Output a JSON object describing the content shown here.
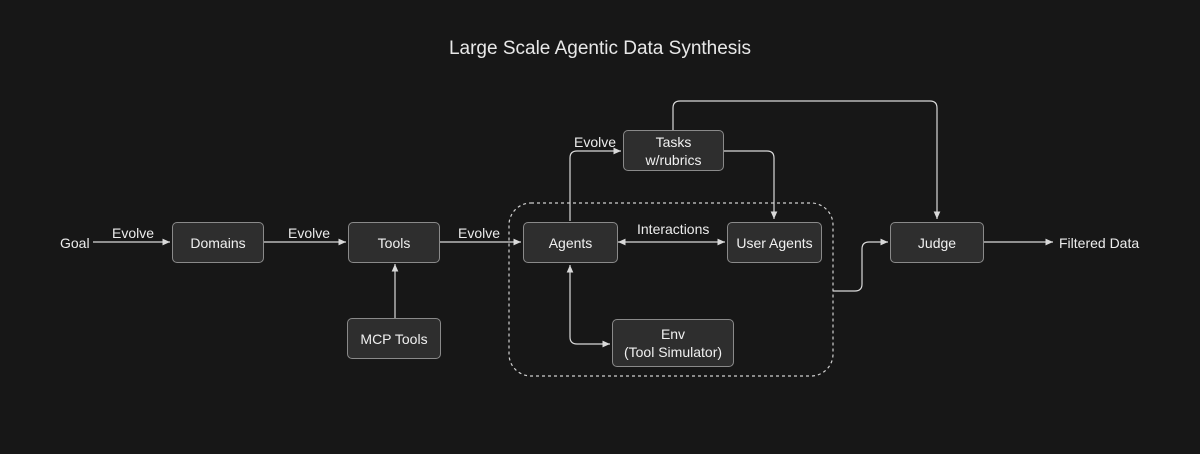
{
  "title": "Large Scale Agentic Data Synthesis",
  "nodes": {
    "domains": "Domains",
    "tools": "Tools",
    "mcp_tools": "MCP Tools",
    "agents": "Agents",
    "user_agents": "User Agents",
    "tasks_line1": "Tasks",
    "tasks_line2": "w/rubrics",
    "env_line1": "Env",
    "env_line2": "(Tool Simulator)",
    "judge": "Judge"
  },
  "labels": {
    "goal": "Goal",
    "evolve_domains": "Evolve",
    "evolve_tools": "Evolve",
    "evolve_agents": "Evolve",
    "evolve_tasks": "Evolve",
    "interactions": "Interactions",
    "filtered_data": "Filtered Data"
  },
  "colors": {
    "background": "#171717",
    "node_fill": "#2e2e2e",
    "node_border": "#8a8a8a",
    "edge": "#d9d9d9",
    "text": "#f0f0f0"
  }
}
